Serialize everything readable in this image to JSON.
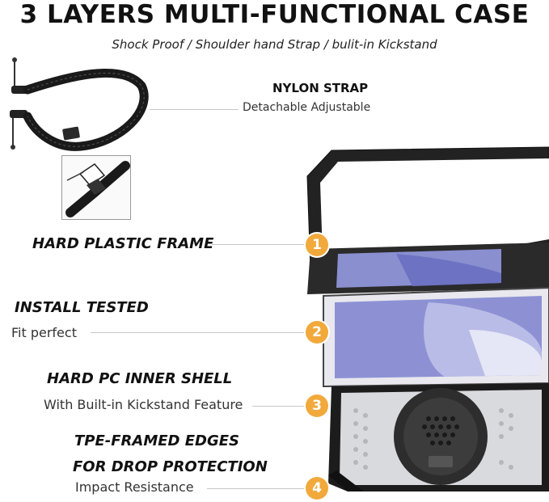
{
  "title": "3 LAYERS MULTI-FUNCTIONAL CASE",
  "subtitle": "Shock Proof / Shoulder hand Strap / bulit-in Kickstand",
  "features": [
    {
      "heading": "NYLON STRAP",
      "sub": "Detachable Adjustable"
    },
    {
      "heading": "HARD PLASTIC FRAME",
      "badge": "1"
    },
    {
      "heading": "INSTALL TESTED",
      "sub": "Fit perfect",
      "badge": "2"
    },
    {
      "heading": "HARD PC INNER SHELL",
      "sub": "With Built-in Kickstand Feature",
      "badge": "3"
    },
    {
      "heading": "TPE-FRAMED EDGES",
      "heading2": "FOR DROP PROTECTION",
      "sub": "Impact Resistance",
      "badge": "4"
    }
  ],
  "colors": {
    "badge": "#f2a93b",
    "frame": "#1d1d1d",
    "screen": "#8a8fd0"
  },
  "icons": [
    "shoulder-strap-illustration",
    "buckle-closeup-illustration",
    "case-layers-illustration"
  ]
}
